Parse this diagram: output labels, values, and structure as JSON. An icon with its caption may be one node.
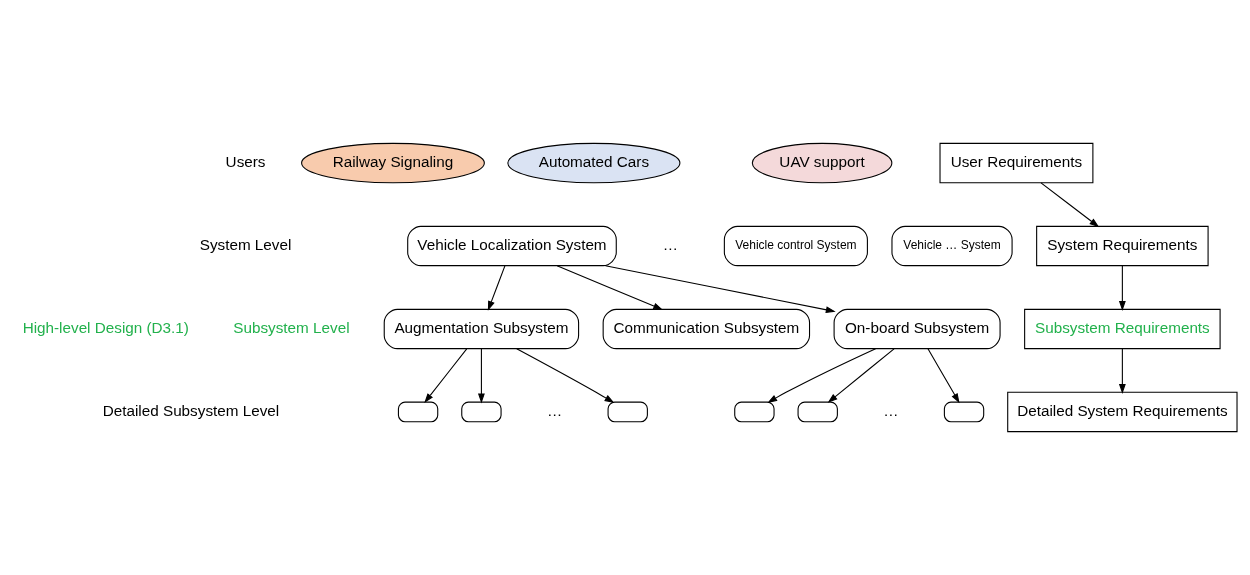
{
  "diagram": {
    "nodes": [
      {
        "text": [
          "Railway Signaling"
        ]
      },
      {
        "text": [
          "Automated Cars"
        ]
      },
      {
        "text": [
          "UAV support"
        ]
      },
      {
        "text": [
          "User Requirements"
        ]
      },
      {
        "text": [
          "Vehicle Localization System"
        ]
      },
      {
        "text": [
          "Vehicle control System"
        ]
      },
      {
        "text": [
          "Vehicle … System"
        ]
      },
      {
        "text": [
          "System Requirements"
        ]
      },
      {
        "text": [
          "Augmentation Subsystem"
        ]
      },
      {
        "text": [
          "Communication Subsystem"
        ]
      },
      {
        "text": [
          "On-board Subsystem"
        ]
      },
      {
        "text": [
          "Subsystem Requirements"
        ]
      },
      {
        "text": [],
        "shape": "box"
      },
      {
        "text": [],
        "shape": "box"
      },
      {
        "text": [],
        "shape": "box"
      },
      {
        "text": [],
        "shape": "box"
      },
      {
        "text": [],
        "shape": "box"
      },
      {
        "text": [],
        "shape": "box"
      },
      {
        "text": [
          "Detailed System Requirements"
        ]
      }
    ],
    "edges": [
      {
        "from": 3,
        "to": 7,
        "arrow": "to"
      },
      {
        "from": 7,
        "to": 11,
        "arrow": "to"
      },
      {
        "from": 11,
        "to": 18,
        "arrow": "to"
      },
      {
        "from": 4,
        "to": 8,
        "arrow": "to"
      },
      {
        "from": 4,
        "to": 9,
        "arrow": "to"
      },
      {
        "from": 4,
        "to": 10,
        "arrow": "to"
      },
      {
        "from": 8,
        "to": 12,
        "arrow": "to"
      },
      {
        "from": 8,
        "to": 13,
        "arrow": "to"
      },
      {
        "from": 8,
        "to": 14,
        "arrow": "to"
      },
      {
        "from": 10,
        "to": 15,
        "arrow": "to"
      },
      {
        "from": 10,
        "to": 16,
        "arrow": "to"
      },
      {
        "from": 10,
        "to": 17,
        "arrow": "to"
      }
    ],
    "labels": [
      "Users",
      "High-level Design (D3.1)",
      "System Level",
      "…",
      "Subsystem Level",
      "Detailed Subsystem Level",
      "…",
      "…"
    ]
  }
}
